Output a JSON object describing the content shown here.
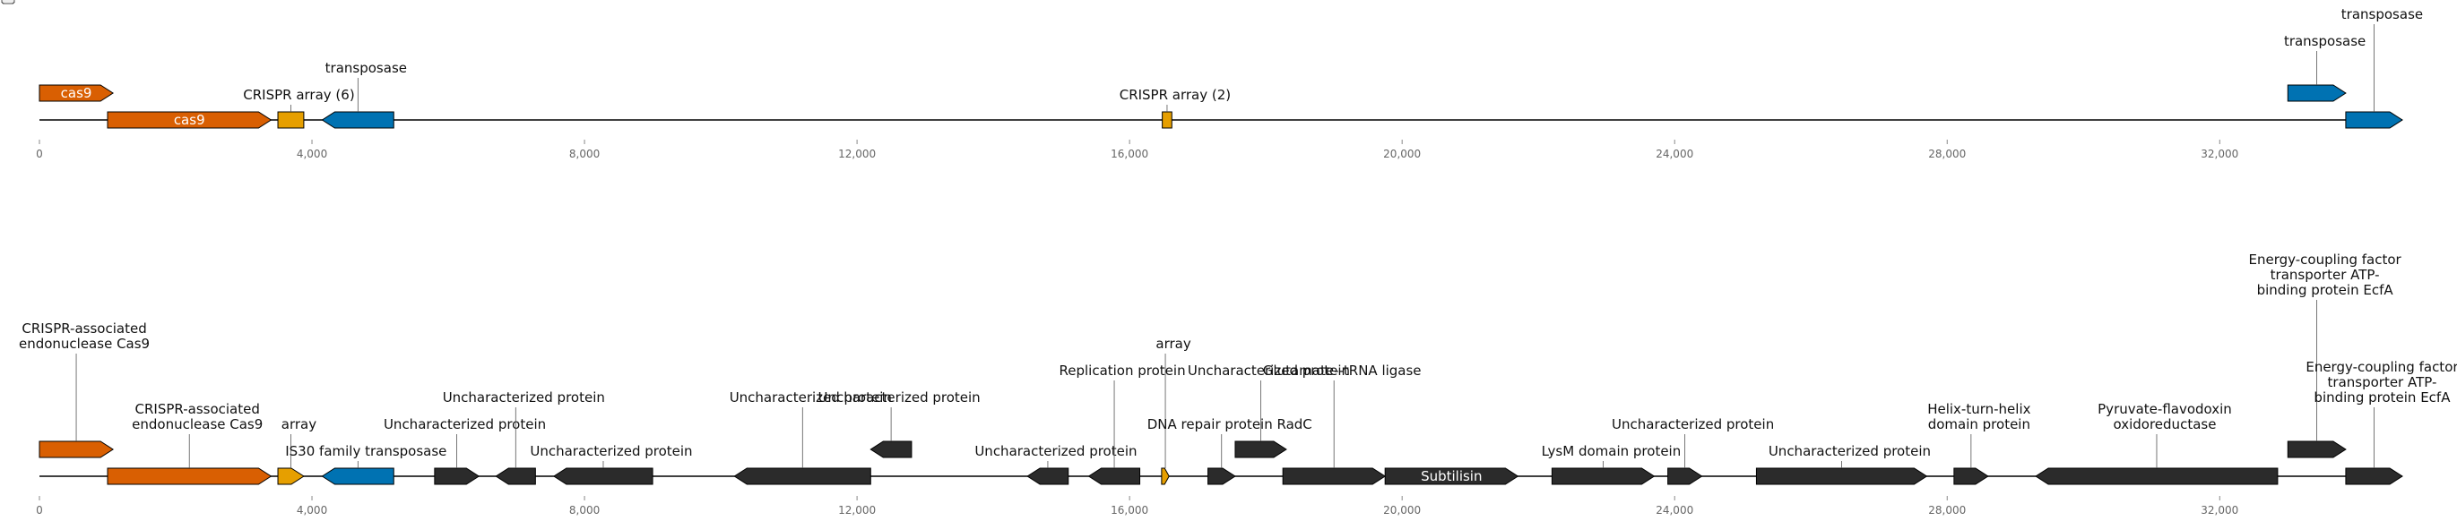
{
  "colors": {
    "cas": "#d95f02",
    "crispr": "#e69f00",
    "transposase": "#0072b2",
    "other": "#2b2b2b",
    "box_cas": "#fdf1e8",
    "box_crispr": "#fcf6e6",
    "box_transposase": "#e6f0f8",
    "box_other": "#efefef"
  },
  "chart_data": {
    "type": "gene_map",
    "axis": {
      "min": 0,
      "max": 34680,
      "ticks": [
        0,
        4000,
        8000,
        12000,
        16000,
        20000,
        24000,
        28000,
        32000
      ]
    },
    "tracks": [
      {
        "name": "top",
        "features": [
          {
            "id": "t1",
            "start": 0,
            "end": 1080,
            "strand": 1,
            "row": 1,
            "category": "cas",
            "label": "cas9",
            "label_inside": true
          },
          {
            "id": "t2",
            "start": 1000,
            "end": 3400,
            "strand": 1,
            "row": 0,
            "category": "cas",
            "label": "cas9",
            "label_inside": true
          },
          {
            "id": "t3",
            "start": 3500,
            "end": 3880,
            "strand": 0,
            "row": 0,
            "category": "crispr",
            "label": "CRISPR array (6)"
          },
          {
            "id": "t4",
            "start": 4150,
            "end": 5200,
            "strand": -1,
            "row": 0,
            "category": "transposase",
            "label": "transposase",
            "label_level": 1
          },
          {
            "id": "t5",
            "start": 16480,
            "end": 16620,
            "strand": 0,
            "row": 0,
            "category": "crispr",
            "label": "CRISPR array (2)"
          },
          {
            "id": "t6",
            "start": 33000,
            "end": 33850,
            "strand": 1,
            "row": 1,
            "category": "transposase",
            "label": "transposase",
            "label_level": 1
          },
          {
            "id": "t7",
            "start": 33850,
            "end": 34680,
            "strand": 1,
            "row": 0,
            "category": "transposase",
            "label": "transposase",
            "label_level": 3
          }
        ]
      },
      {
        "name": "bottom",
        "features": [
          {
            "id": "b1",
            "start": 0,
            "end": 1080,
            "strand": 1,
            "row": 1,
            "category": "cas",
            "label": "CRISPR-associated\nendonuclease Cas9",
            "label_level": 3
          },
          {
            "id": "b2",
            "start": 1000,
            "end": 3400,
            "strand": 1,
            "row": 0,
            "category": "cas",
            "label": "CRISPR-associated\nendonuclease Cas9",
            "label_level": 1
          },
          {
            "id": "b3",
            "start": 3500,
            "end": 3880,
            "strand": 1,
            "row": 0,
            "category": "crispr",
            "label": "array",
            "label_level": 1
          },
          {
            "id": "b4",
            "start": 4150,
            "end": 5200,
            "strand": -1,
            "row": 0,
            "category": "transposase",
            "label": "IS30 family transposase",
            "label_level": 0
          },
          {
            "id": "b5",
            "start": 5800,
            "end": 6450,
            "strand": 1,
            "row": 0,
            "category": "other",
            "label": "Uncharacterized protein",
            "label_level": 1
          },
          {
            "id": "b6",
            "start": 6700,
            "end": 7280,
            "strand": -1,
            "row": 0,
            "category": "other",
            "label": "Uncharacterized protein",
            "label_level": 2
          },
          {
            "id": "b7",
            "start": 7550,
            "end": 9000,
            "strand": -1,
            "row": 0,
            "category": "other",
            "label": "Uncharacterized protein",
            "label_level": 0
          },
          {
            "id": "b8",
            "start": 10200,
            "end": 12200,
            "strand": -1,
            "row": 0,
            "category": "other",
            "label": "Uncharacterized protein",
            "label_level": 2
          },
          {
            "id": "b9",
            "start": 12200,
            "end": 12800,
            "strand": -1,
            "row": 1,
            "category": "other",
            "label": "Uncharacterized protein",
            "label_level": 1
          },
          {
            "id": "b10",
            "start": 14500,
            "end": 15100,
            "strand": -1,
            "row": 0,
            "category": "other",
            "label": "Uncharacterized protein",
            "label_level": 0
          },
          {
            "id": "b11",
            "start": 15400,
            "end": 16150,
            "strand": -1,
            "row": 0,
            "category": "other",
            "label": "Replication protein",
            "label_level": 3
          },
          {
            "id": "b12",
            "start": 16470,
            "end": 16580,
            "strand": 1,
            "row": 0,
            "category": "crispr",
            "label": "array",
            "label_level": 4
          },
          {
            "id": "b13",
            "start": 17150,
            "end": 17550,
            "strand": 1,
            "row": 0,
            "category": "other",
            "label": "DNA repair protein RadC",
            "label_level": 1
          },
          {
            "id": "b14",
            "start": 17550,
            "end": 18300,
            "strand": 1,
            "row": 1,
            "category": "other",
            "label": "Uncharacterized protein",
            "label_level": 2
          },
          {
            "id": "b15",
            "start": 18250,
            "end": 19750,
            "strand": 1,
            "row": 0,
            "category": "other",
            "label": "Glutamate--tRNA ligase",
            "label_level": 3
          },
          {
            "id": "b16",
            "start": 19750,
            "end": 21700,
            "strand": 1,
            "row": 0,
            "category": "other",
            "label": "Subtilisin",
            "label_inside": true
          },
          {
            "id": "b17",
            "start": 22200,
            "end": 23700,
            "strand": 1,
            "row": 0,
            "category": "other",
            "label": "LysM domain protein",
            "label_level": 0
          },
          {
            "id": "b18",
            "start": 23900,
            "end": 24400,
            "strand": 1,
            "row": 0,
            "category": "other",
            "label": "Uncharacterized protein",
            "label_level": 1
          },
          {
            "id": "b19",
            "start": 25200,
            "end": 27700,
            "strand": 1,
            "row": 0,
            "category": "other",
            "label": "Uncharacterized protein",
            "label_level": 0
          },
          {
            "id": "b20",
            "start": 28100,
            "end": 28600,
            "strand": 1,
            "row": 0,
            "category": "other",
            "label": "Helix-turn-helix\ndomain protein",
            "label_level": 1
          },
          {
            "id": "b21",
            "start": 29300,
            "end": 32850,
            "strand": -1,
            "row": 0,
            "category": "other",
            "label": "Pyruvate-flavodoxin\noxidoreductase",
            "label_level": 1
          },
          {
            "id": "b22",
            "start": 33000,
            "end": 33850,
            "strand": 1,
            "row": 1,
            "category": "other",
            "label": "Energy-coupling factor\ntransporter ATP-\nbinding protein EcfA",
            "label_level": 5
          },
          {
            "id": "b23",
            "start": 33850,
            "end": 34680,
            "strand": 1,
            "row": 0,
            "category": "other",
            "label": "Energy-coupling factor\ntransporter ATP-\nbinding protein EcfA",
            "label_level": 2
          }
        ]
      }
    ]
  }
}
